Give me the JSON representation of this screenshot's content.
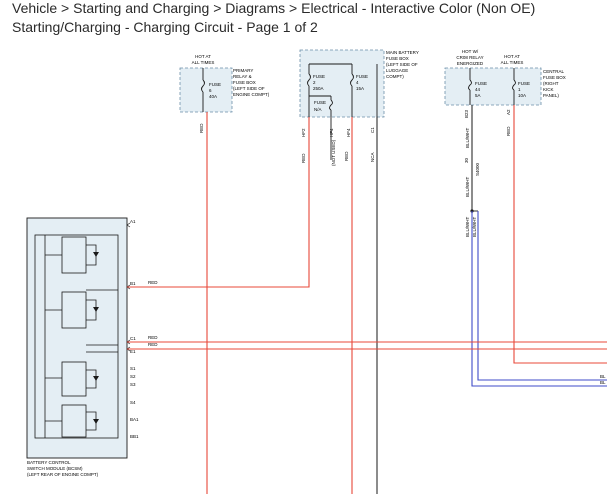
{
  "header": {
    "breadcrumb": "Vehicle > Starting and Charging > Diagrams > Electrical - Interactive Color (Non OE)",
    "subtitle": "Starting/Charging - Charging Circuit - Page 1 of 2"
  },
  "diagram": {
    "colors": {
      "wire_red": "#e8483a",
      "wire_blue": "#3f4bc8",
      "black": "#1a1a1a",
      "box_fill": "#e4eef4",
      "box_border": "#6b8fa8"
    },
    "relay_box": {
      "hot_label": [
        "HOT AT",
        "ALL TIMES"
      ],
      "box_label": [
        "PRIMARY",
        "RELAY &",
        "FUSE BOX",
        "(LEFT SIDE OF",
        "ENGINE COMPT)"
      ],
      "fuse": [
        "FUSE",
        "6",
        "40A"
      ],
      "wire_color": "RED"
    },
    "main_battery_box": {
      "box_label": [
        "MAIN BATTERY",
        "FUSE BOX",
        "(LEFT SIDE OF",
        "LUGGAGE",
        "COMPT)"
      ],
      "fuse2": [
        "FUSE",
        "2",
        "250A"
      ],
      "fuse4": [
        "FUSE",
        "4",
        "15A"
      ],
      "fuse_na": [
        "FUSE",
        "N/A"
      ],
      "pins": [
        "HF2",
        "HF4",
        "HF4",
        "C1"
      ],
      "wires": [
        "RED",
        "(NOT USED)",
        "RED",
        "NCA"
      ]
    },
    "relay_energized": {
      "hot_label": [
        "HOT W/",
        "CR08 RELAY",
        "ENERGIZED"
      ],
      "fuse": [
        "FUSE",
        "44",
        "5A"
      ],
      "pin": "B23",
      "wire": "BLU/WHT",
      "splice": "30",
      "splice_code": "S4000"
    },
    "central_fuse_box": {
      "hot_label": [
        "HOT AT",
        "ALL TIMES"
      ],
      "box_label": [
        "CENTRAL",
        "FUSE BOX",
        "(RIGHT",
        "KICK",
        "PANEL)"
      ],
      "fuse": [
        "FUSE",
        "1",
        "10A"
      ],
      "pin": "A2",
      "wire": "RED"
    },
    "lower_wires": {
      "left_a": "BLU/WHT",
      "left_b": "BLU/WHT",
      "right_a": "BLU/WHT"
    },
    "bcsm": {
      "label": [
        "BATTERY CONTROL",
        "SWITCH MODULE (BCSM)",
        "(LEFT REAR OF ENGINE COMPT)"
      ],
      "pins": [
        "A1",
        "B1",
        "C1",
        "E1",
        "S1",
        "S2",
        "S3",
        "S4",
        "BA1",
        "BB1"
      ]
    },
    "wire_labels": {
      "b1": "RED",
      "c1": "RED",
      "e1": "RED"
    },
    "edge_labels": [
      "BL",
      "BL"
    ]
  }
}
